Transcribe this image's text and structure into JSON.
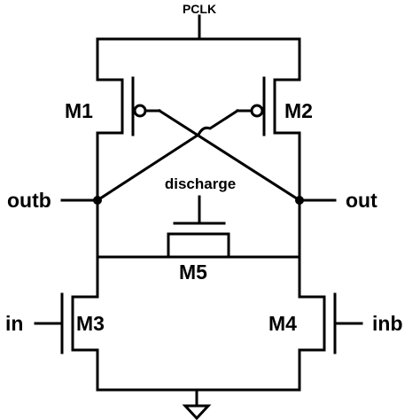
{
  "diagram": {
    "supply_label": "PCLK",
    "transistors": {
      "m1": "M1",
      "m2": "M2",
      "m3": "M3",
      "m4": "M4",
      "m5": "M5"
    },
    "nodes": {
      "outb": "outb",
      "out": "out",
      "in": "in",
      "inb": "inb",
      "discharge": "discharge"
    }
  }
}
